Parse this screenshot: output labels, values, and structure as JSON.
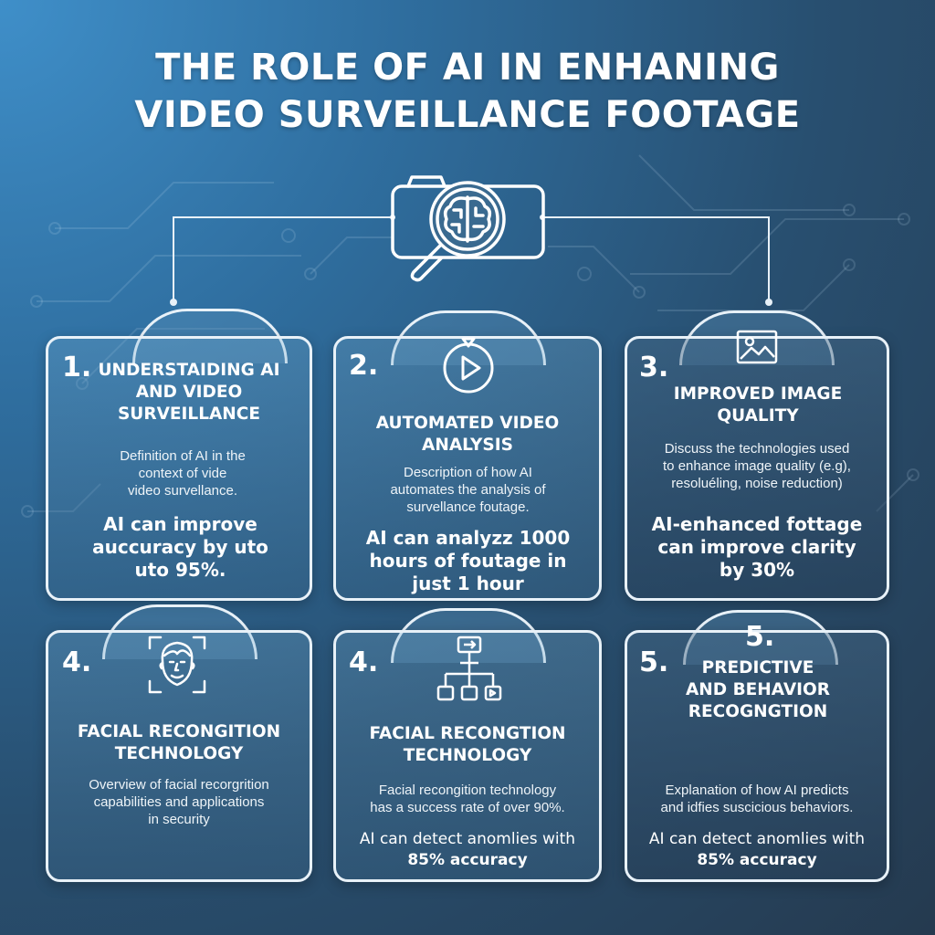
{
  "title": {
    "line1": "THE ROLE OF AI IN ENHANING",
    "line2": "VIDEO SURVEILLANCE FOOTAGE"
  },
  "header_icon": "brain-in-magnifier-camera-icon",
  "cards": [
    {
      "number": "1.",
      "heading": [
        "UNDERSTAIDING AI",
        "AND VIDEO",
        "SURVEILLANCE"
      ],
      "description": [
        "Definition of AI in the",
        "context of vide",
        "video survellance."
      ],
      "stat": [
        "AI can improve",
        "auccuracy by uto",
        "uto 95%."
      ]
    },
    {
      "number": "2.",
      "icon": "play-circle-icon",
      "heading": [
        "AUTOMATED VIDEO",
        "ANALYSIS"
      ],
      "description": [
        "Description of how AI",
        "automates the analysis of",
        "survellance foutage."
      ],
      "stat": [
        "AI can analyzz 1000",
        "hours of foutage in",
        "just 1 hour"
      ]
    },
    {
      "number": "3.",
      "icon": "image-icon",
      "heading": [
        "IMPROVED IMAGE",
        "QUALITY"
      ],
      "description": [
        "Discuss the technologies used",
        "to enhance image quality (e.g),",
        "resoluéling, noise reduction)"
      ],
      "stat": [
        "AI-enhanced fottage",
        "can improve clarity",
        "by 30%"
      ]
    },
    {
      "number": "4.",
      "icon": "face-scan-icon",
      "heading": [
        "FACIAL RECONGITION",
        "TECHNOLOGY"
      ],
      "description": [
        "Overview of facial recorgrition",
        "capabilities and applications",
        "in security"
      ]
    },
    {
      "number": "4.",
      "icon": "flowchart-icon",
      "heading": [
        "FACIAL RECONGTION",
        "TECHNOLOGY"
      ],
      "description": [
        "Facial recongition technology",
        "has a success rate of over 90%."
      ],
      "stat": [
        "AI can detect anomlies with",
        "85% accuracy"
      ]
    },
    {
      "number": "5.",
      "tab_number": "5.",
      "heading": [
        "PREDICTIVE",
        "AND BEHAVIOR",
        "RECOGNGTION"
      ],
      "description": [
        "Explanation of how AI predicts",
        "and idfies suscicious behaviors."
      ],
      "stat": [
        "AI can detect anomlies with",
        "85% accuracy"
      ]
    }
  ]
}
